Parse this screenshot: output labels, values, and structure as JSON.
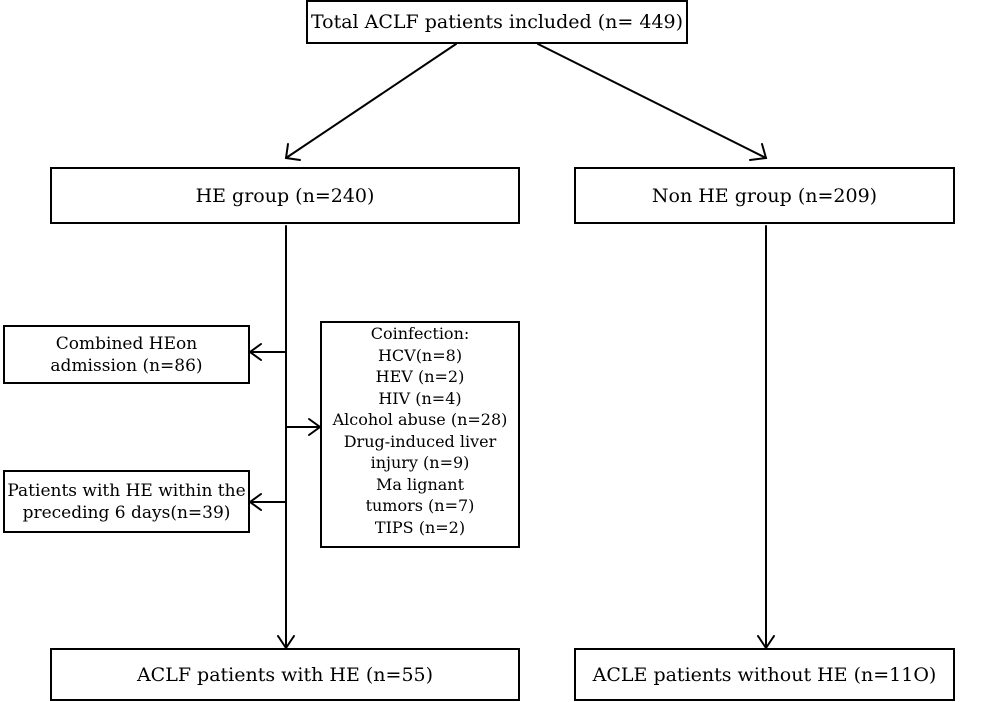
{
  "diagram": {
    "total_box": "Total ACLF patients included (n= 449)",
    "he_group_box": "HE group (n=240)",
    "non_he_group_box": "Non HE group (n=209)",
    "combined_box": [
      "Combined HEon",
      "admission (n=86)"
    ],
    "preceding_box": [
      "Patients with HE within the",
      "preceding 6 days(n=39)"
    ],
    "coinfection_box": [
      "Coinfection:",
      "HCV(n=8)",
      "HEV (n=2)",
      "HIV (n=4)",
      "Alcohol abuse (n=28)",
      "Drug-induced liver",
      "injury (n=9)",
      "Ma lignant",
      "tumors (n=7)",
      "TIPS (n=2)"
    ],
    "aclf_with_he_box": "ACLF patients with HE (n=55)",
    "acle_without_he_box": "ACLE patients without HE (n=11O)"
  }
}
